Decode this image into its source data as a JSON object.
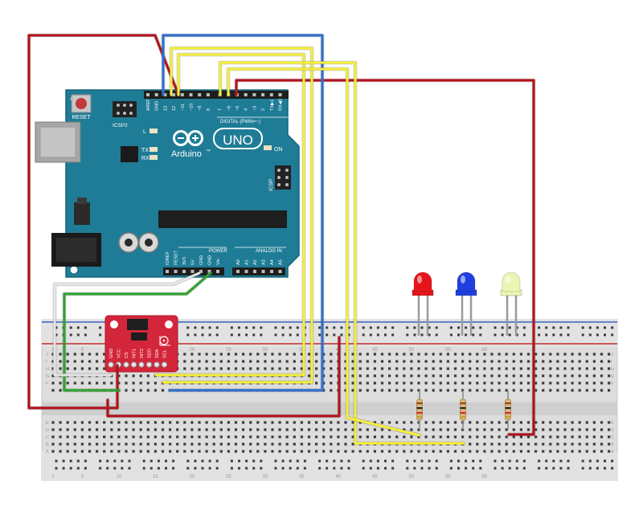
{
  "arduino": {
    "logo_text": "Arduino",
    "logo_trademark": "™",
    "model": "UNO",
    "reset_label": "RESET",
    "icsp2_label": "ICSP2",
    "icsp_label": "ICSP",
    "led_labels": [
      "L",
      "TX",
      "RX"
    ],
    "on_label": "ON",
    "digital_header_label": "DIGITAL (PWM=~)",
    "digital_pins": [
      "AREF",
      "GND",
      "13",
      "12",
      "~11",
      "~10",
      "~9",
      "8",
      "7",
      "~6",
      "~5",
      "4",
      "~3",
      "2",
      "TX▶1",
      "RX◀0"
    ],
    "power_header_label": "POWER",
    "power_pins": [
      "IOREF",
      "RESET",
      "3V3",
      "5V",
      "GND",
      "GND",
      "Vin"
    ],
    "analog_header_label": "ANALOG IN",
    "analog_pins": [
      "A0",
      "A1",
      "A2",
      "A3",
      "A4",
      "A5"
    ]
  },
  "sensor": {
    "pin_labels": [
      "GND",
      "VCC",
      "CS",
      "INT1",
      "INT2",
      "SDO",
      "SDA",
      "SCL"
    ]
  },
  "breadboard": {
    "column_numbers": [
      "1",
      "5",
      "10",
      "15",
      "20",
      "25",
      "30",
      "35",
      "40",
      "45",
      "50",
      "55",
      "60"
    ],
    "row_letters_top": [
      "J",
      "I",
      "H",
      "G",
      "F"
    ],
    "row_letters_bottom": [
      "E",
      "D",
      "C",
      "B",
      "A"
    ]
  },
  "leds": [
    {
      "color": "red",
      "fill": "#e8141c"
    },
    {
      "color": "blue",
      "fill": "#1f3fe0"
    },
    {
      "color": "green",
      "fill": "#e9f7b4"
    }
  ],
  "wire_colors": {
    "red": "#b3121b",
    "blue": "#2f6fd1",
    "yellow": "#f5f03b",
    "green": "#2ea32e",
    "white": "#e6e6e6"
  },
  "board_colors": {
    "arduino": "#1f7c96",
    "sensor": "#d3263a",
    "breadboard": "#dcdcdc"
  }
}
